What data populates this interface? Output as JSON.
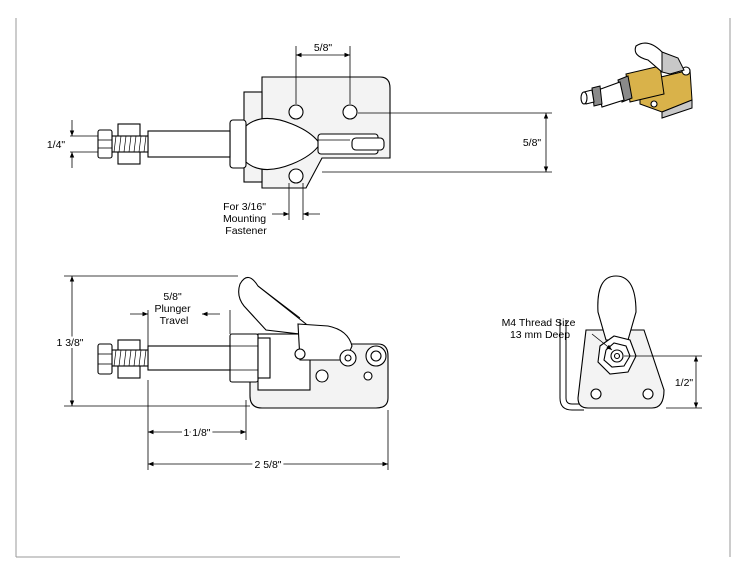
{
  "colors": {
    "line": "#000000",
    "border": "#9a9a9a",
    "part_fill": "#f3f3f3",
    "shade": "#c8c8c8",
    "brass": "#d9b24a"
  },
  "top_view": {
    "dim_hole_spacing": "5/8\"",
    "dim_shank": "1/4\"",
    "dim_height": "5/8\"",
    "fastener_note": [
      "For 3/16\"",
      "Mounting",
      "Fastener"
    ]
  },
  "side_view": {
    "dim_travel": [
      "5/8\"",
      "Plunger",
      "Travel"
    ],
    "dim_overall_height": "1 3/8\"",
    "dim_plunger_length": "1 1/8\"",
    "dim_overall_length": "2 5/8\""
  },
  "end_view": {
    "thread_note": [
      "M4 Thread Size",
      "13 mm Deep"
    ],
    "dim_center_height": "1/2\""
  }
}
